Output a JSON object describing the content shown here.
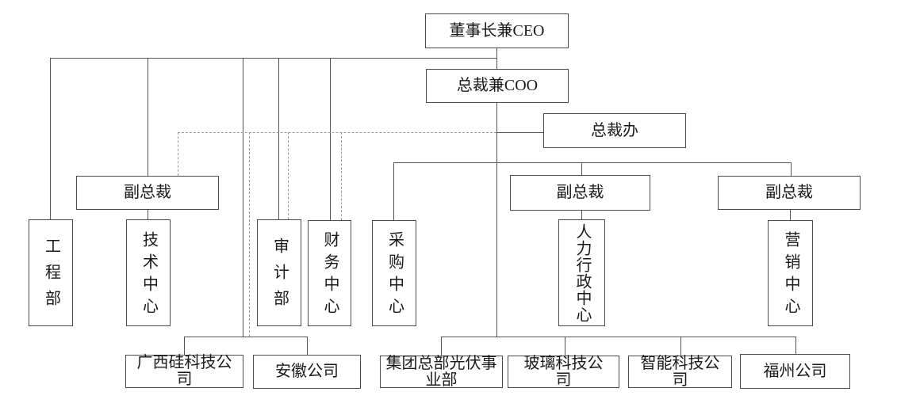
{
  "diagram": {
    "type": "org-chart",
    "nodes": {
      "ceo": {
        "label": "董事长兼CEO"
      },
      "coo": {
        "label": "总裁兼COO"
      },
      "president_office": {
        "label": "总裁办"
      },
      "vp1": {
        "label": "副总裁"
      },
      "vp2": {
        "label": "副总裁"
      },
      "vp3": {
        "label": "副总裁"
      },
      "engineering_dept": {
        "label": "工程部"
      },
      "tech_center": {
        "label": "技术中心"
      },
      "audit_dept": {
        "label": "审计部"
      },
      "finance_center": {
        "label": "财务中心"
      },
      "procurement_center": {
        "label": "采购中心"
      },
      "hr_admin_center": {
        "label": "人力行政中心"
      },
      "marketing_center": {
        "label": "营销中心"
      },
      "guangxi_silicon": {
        "label": "广西硅科技公司"
      },
      "anhui_company": {
        "label": "安徽公司"
      },
      "group_pv_division": {
        "label": "集团总部光伏事业部"
      },
      "glass_tech_company": {
        "label": "玻璃科技公司"
      },
      "smart_tech_company": {
        "label": "智能科技公司"
      },
      "fuzhou_company": {
        "label": "福州公司"
      }
    },
    "edges_note": {
      "solid": "direct reporting lines",
      "dashed": "dotted-line reporting from 总裁办 to 副总裁(left), 审计部, 财务中心 and the 广西硅/安徽 group"
    },
    "colors": {
      "background": "#ffffff",
      "solid_line": "#555555",
      "dashed_line": "#9a9a9a",
      "box_border": "#4a4a4a",
      "text": "#1a1a1a"
    }
  }
}
